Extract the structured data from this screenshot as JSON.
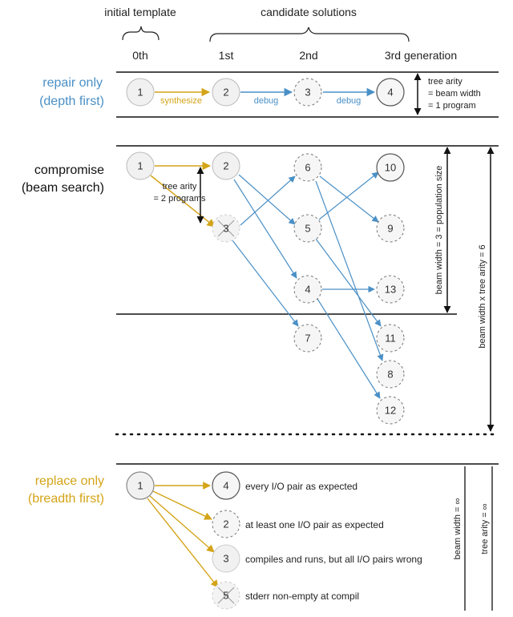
{
  "header": {
    "initial_template": "initial template",
    "candidate_solutions": "candidate solutions",
    "gen_0": "0th",
    "gen_1": "1st",
    "gen_2": "2nd",
    "gen_3": "3rd generation"
  },
  "repair": {
    "label_line1": "repair only",
    "label_line2": "(depth first)",
    "nodes": [
      "1",
      "2",
      "3",
      "4"
    ],
    "edge_synthesize": "synthesize",
    "edge_debug1": "debug",
    "edge_debug2": "debug",
    "arity_line1": "tree arity",
    "arity_line2": "= beam width",
    "arity_line3": "= 1 program"
  },
  "compromise": {
    "label_line1": "compromise",
    "label_line2": "(beam search)",
    "arity_line1": "tree arity",
    "arity_line2": "= 2 programs",
    "beam_width_label": "beam width = 3 = population size",
    "beam_x_arity_label": "beam width x tree arity = 6",
    "nodes": {
      "n1": "1",
      "n2": "2",
      "n3": "3",
      "n6": "6",
      "n5": "5",
      "n4": "4",
      "n7": "7",
      "n10": "10",
      "n9": "9",
      "n13": "13",
      "n11": "11",
      "n8": "8",
      "n12": "12"
    }
  },
  "replace": {
    "label_line1": "replace only",
    "label_line2": "(breadth first)",
    "nodes": {
      "root": "1",
      "a": "4",
      "b": "2",
      "c": "3",
      "d": "5"
    },
    "legend_4": "every I/O pair as expected",
    "legend_2": "at least one I/O pair as expected",
    "legend_3": "compiles and runs, but all I/O pairs wrong",
    "legend_5": "stderr non-empty at compil",
    "beam_width_label": "beam width = ∞",
    "tree_arity_label": "tree arity = ∞"
  },
  "colors": {
    "gold": "#d4a418",
    "blue": "#4a90c6",
    "node_fill": "#f1f1f1",
    "node_stroke": "#888888"
  }
}
